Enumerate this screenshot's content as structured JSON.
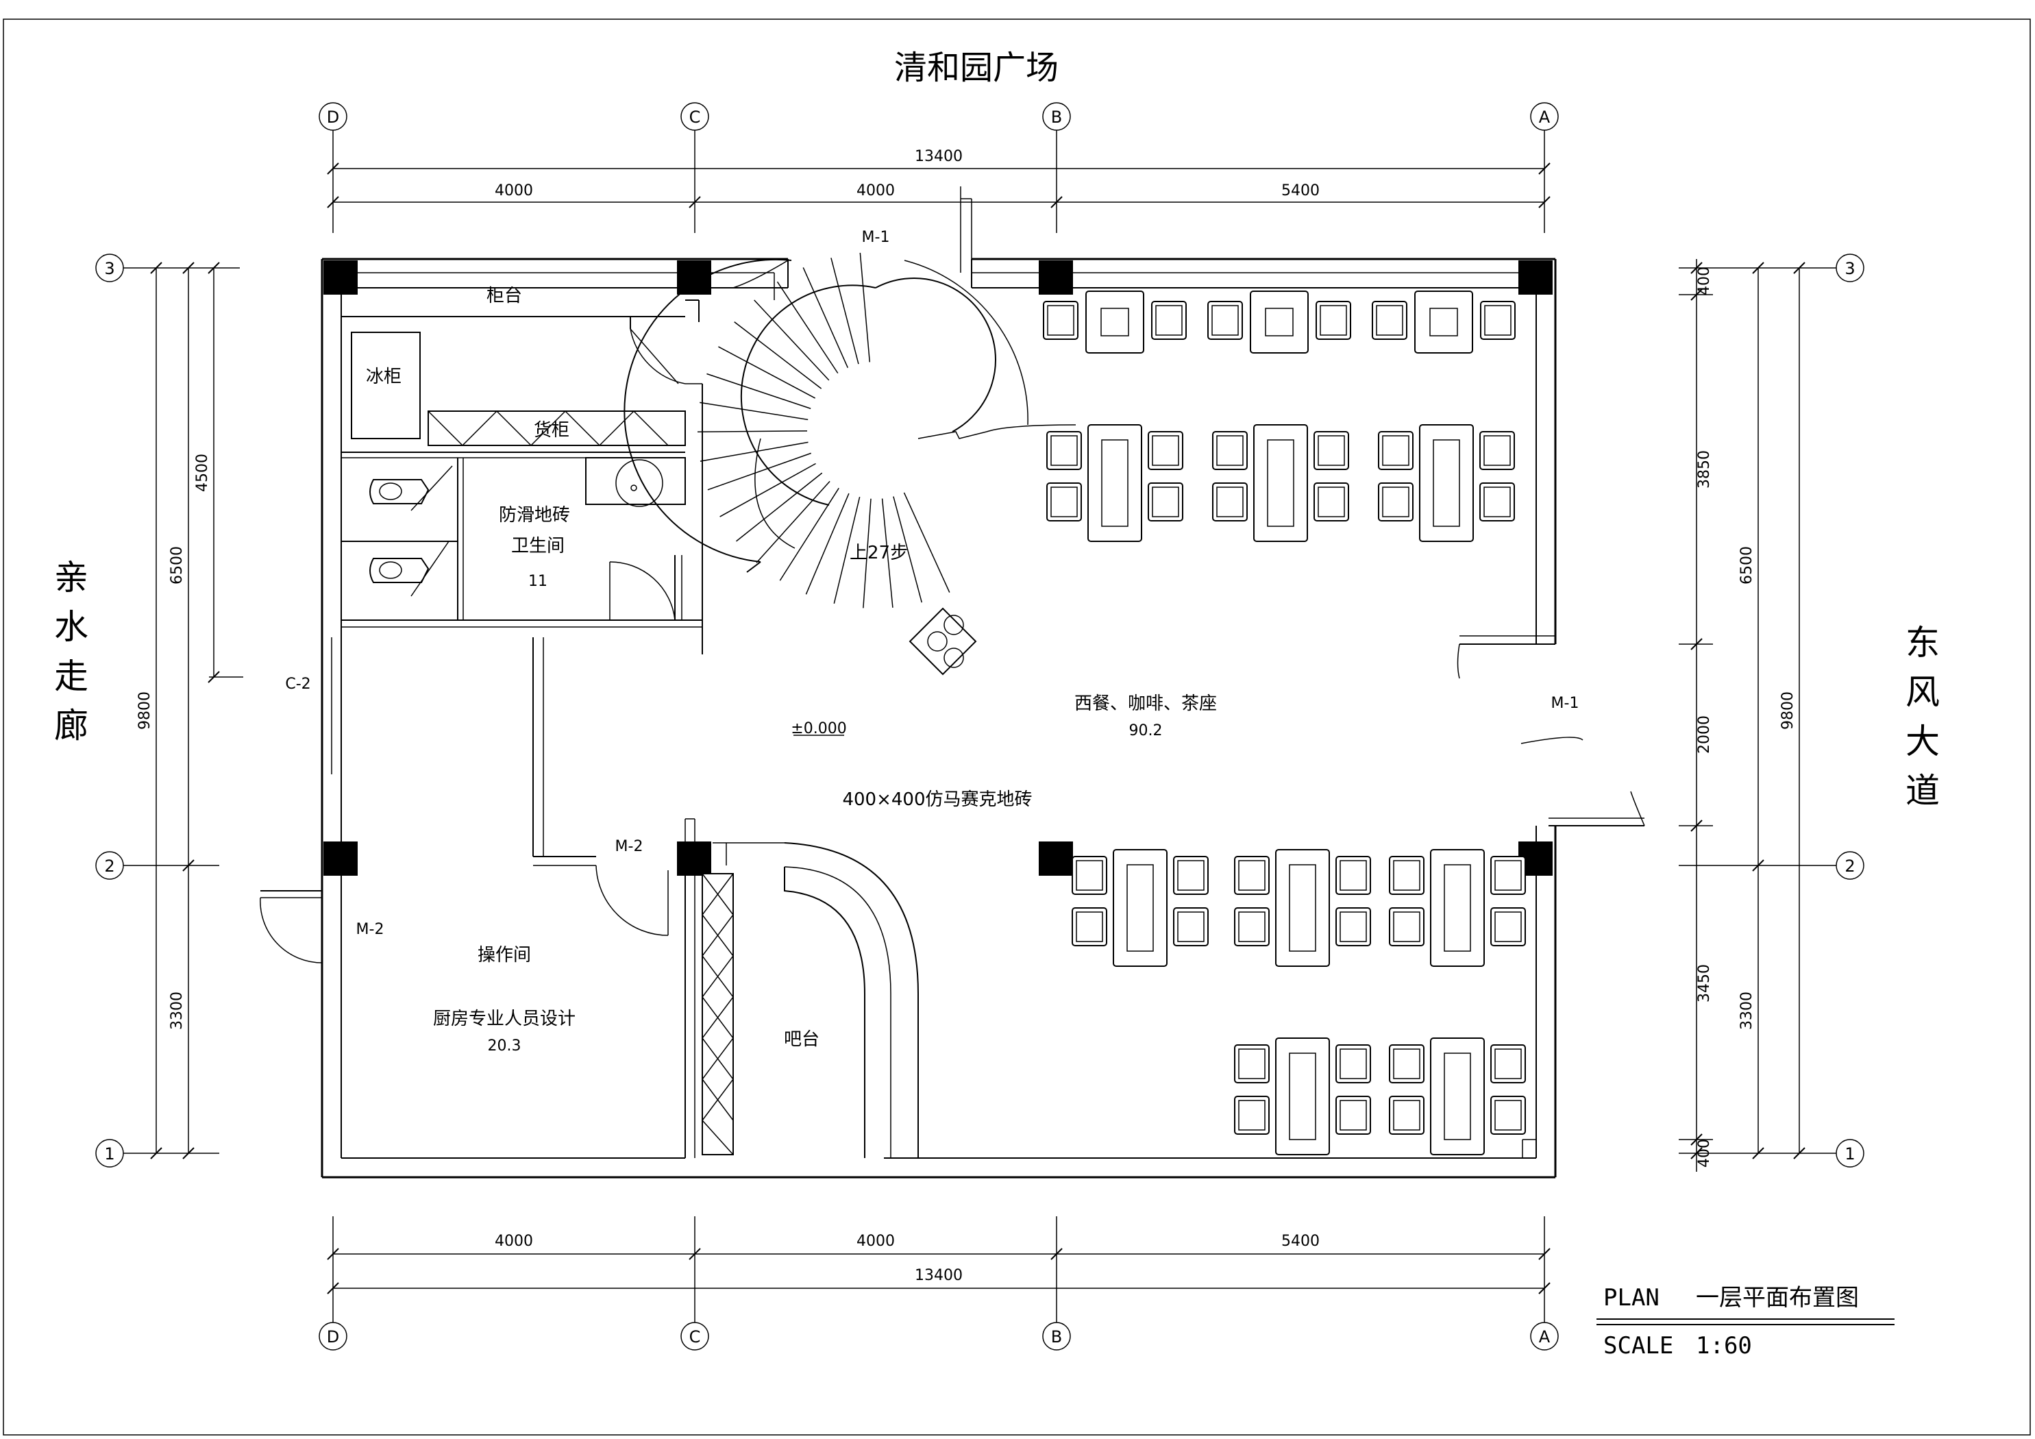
{
  "plan": {
    "top_street": "清和园广场",
    "left_street": "亲水走廊",
    "right_street": "东风大道",
    "title_plan": "PLAN",
    "title_text": "一层平面布置图",
    "scale_label": "SCALE",
    "scale_value": "1:60"
  },
  "axes": {
    "cols": [
      "D",
      "C",
      "B",
      "A"
    ],
    "rows": [
      "3",
      "2",
      "1"
    ]
  },
  "dims": {
    "top_total": "13400",
    "top_a": "4000",
    "top_b": "4000",
    "top_c": "5400",
    "bottom_a": "4000",
    "bottom_b": "4000",
    "bottom_c": "5400",
    "bottom_total": "13400",
    "left_4500": "4500",
    "left_6500": "6500",
    "left_9800": "9800",
    "left_3300": "3300",
    "right_400_top": "400",
    "right_3850": "3850",
    "right_6500": "6500",
    "right_2000": "2000",
    "right_9800": "9800",
    "right_3450": "3450",
    "right_3300": "3300",
    "right_400_bot": "400"
  },
  "rooms": {
    "counter": "柜台",
    "fridge": "冰柜",
    "shelf": "货柜",
    "wc_floor": "防滑地砖",
    "wc_name": "卫生间",
    "wc_area": "11",
    "dining_name": "西餐、咖啡、茶座",
    "dining_area": "90.2",
    "floor_tile": "400×400仿马赛克地砖",
    "level": "±0.000",
    "stairs": "上27步",
    "kitchen_name": "操作间",
    "kitchen_note": "厨房专业人员设计",
    "kitchen_area": "20.3",
    "bar": "吧台"
  },
  "doors": {
    "m1_top": "M-1",
    "m1_right": "M-1",
    "m2_kitchen": "M-2",
    "m2_left": "M-2",
    "c2": "C-2"
  }
}
